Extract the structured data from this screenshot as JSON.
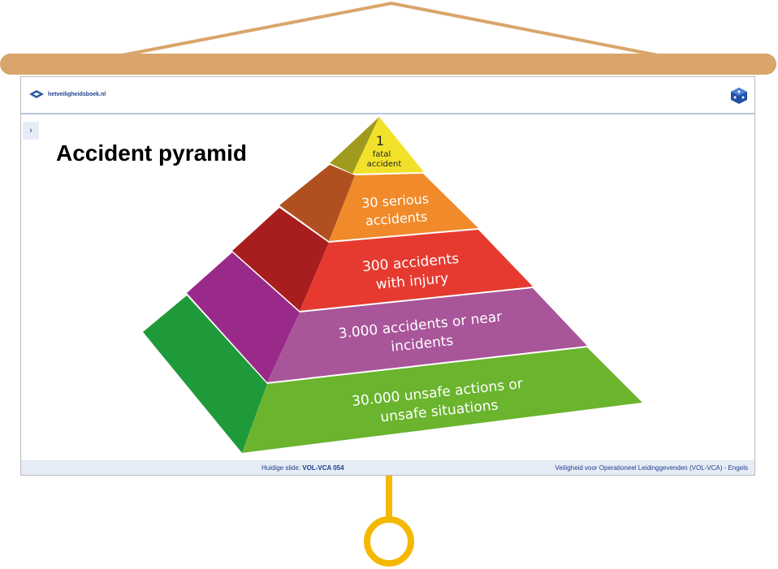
{
  "header": {
    "logo_text": "hetveiligheidsboek.nl"
  },
  "slide": {
    "title": "Accident pyramid",
    "levels": [
      {
        "lines": [
          "1",
          "fatal",
          "accident"
        ],
        "color": "#f2e12a"
      },
      {
        "lines": [
          "30 serious",
          "accidents"
        ],
        "color": "#f08a2a"
      },
      {
        "lines": [
          "300 accidents",
          "with injury"
        ],
        "color": "#e63a30"
      },
      {
        "lines": [
          "3.000 accidents or near",
          "incidents"
        ],
        "color": "#a8559a"
      },
      {
        "lines": [
          "30.000 unsafe actions or",
          "unsafe situations"
        ],
        "color": "#6ab42e"
      }
    ]
  },
  "footer": {
    "current_label": "Huidige slide:",
    "current_value": "VOL-VCA 054",
    "course": "Veiligheid voor Operationeel Leidinggevenden (VOL-VCA) - Engels"
  },
  "colors": {
    "frame": "#d9a56b",
    "stand": "#f5b800",
    "accent": "#1f3f8a"
  }
}
